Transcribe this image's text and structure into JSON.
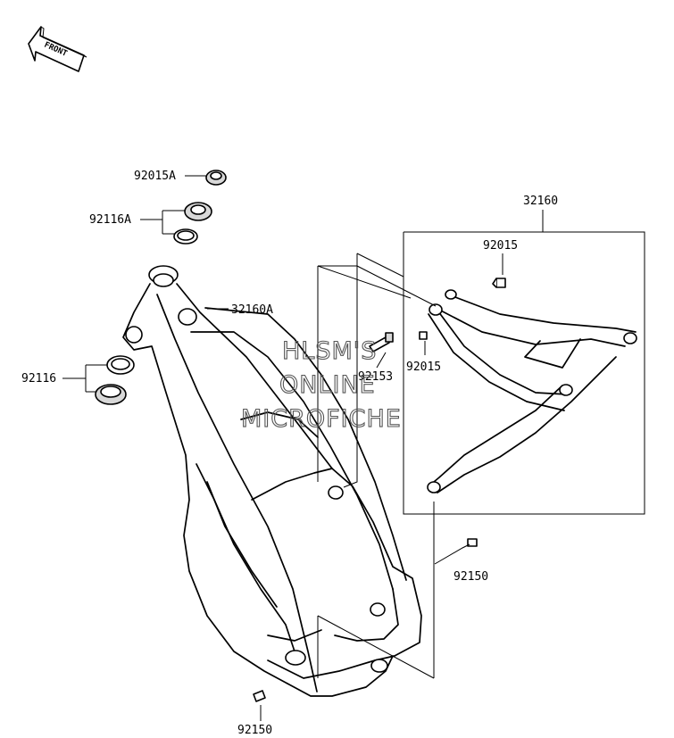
{
  "front_arrow": {
    "label": "FRONT"
  },
  "watermark": {
    "line1": "HLSM'S",
    "line2": "ONLINE",
    "line3": "MICROFICHE"
  },
  "callouts": {
    "p92015A": "92015A",
    "p92116A": "92116A",
    "p32160A": "32160A",
    "p92116": "92116",
    "p32160": "32160",
    "p92015_top": "92015",
    "p92015_mid": "92015",
    "p92153": "92153",
    "p92150_right": "92150",
    "p92150_bottom": "92150"
  }
}
